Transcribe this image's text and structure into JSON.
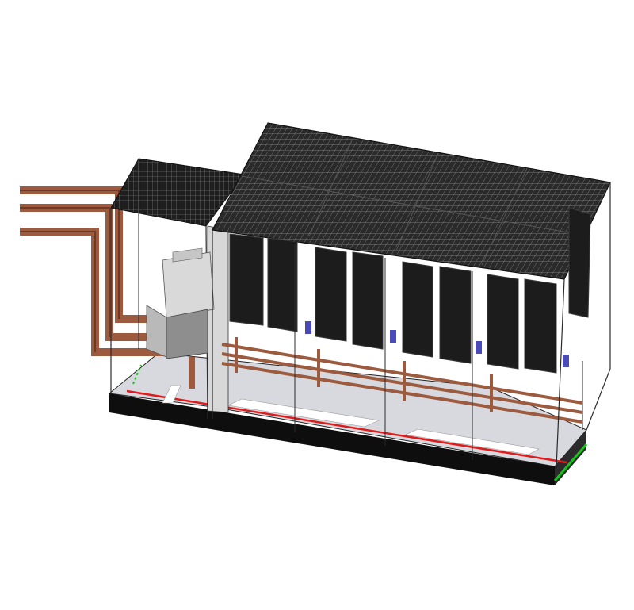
{
  "scene": {
    "subject": "isometric-enclosure-with-server-racks-and-copper-piping",
    "colors": {
      "background": "#ffffff",
      "mesh": "#1a1a1a",
      "rack": "#1c1c1c",
      "rack_edge": "#3a3a3a",
      "copper": "#9c5a3e",
      "copper_dark": "#6e3a25",
      "floor": "#d7d9de",
      "floor_edge": "#111111",
      "frame": "#2b2b2b",
      "glass": "#eef0f4",
      "red_axis": "#e11a1a",
      "green_axis": "#15c51a",
      "cdu_light": "#d9d9d9",
      "cdu_dark": "#8e8e8e",
      "accent_blue": "#4a4ab8"
    },
    "rack_count": 8,
    "pipe_count": 3
  }
}
